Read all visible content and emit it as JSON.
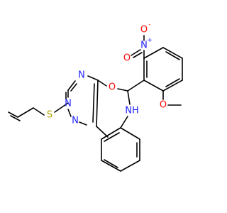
{
  "atoms": {
    "nitro_n": "N",
    "nitro_n_charge": "+",
    "nitro_o_top": "O",
    "nitro_o_top_charge": "-",
    "nitro_o_left": "O",
    "methoxy_o": "O",
    "ring_o": "O",
    "amine_nh": "NH",
    "triazine_n_top": "N",
    "triazine_n_left": "N",
    "triazine_n_bottom": "N",
    "thio_s": "S"
  },
  "colors": {
    "bond": "#000000",
    "nitrogen": "#1f1fff",
    "oxygen": "#ff0d0d",
    "sulfur": "#b3a200",
    "carbon": "#000000"
  }
}
